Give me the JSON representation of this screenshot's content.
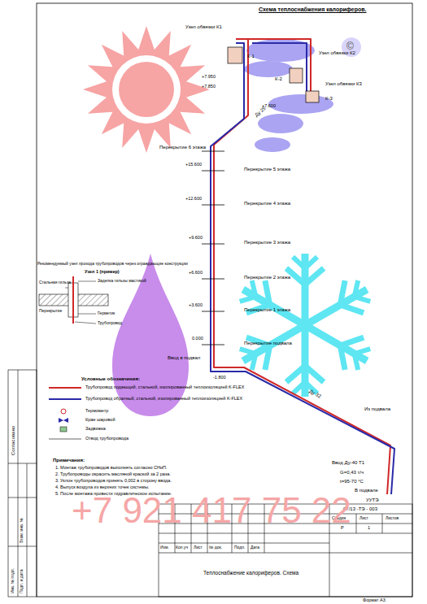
{
  "diagram": {
    "title": "Схема теплоснабжения калориферов.",
    "labels": [
      "Узел обвязки К1",
      "К-1",
      "Узел обвязки К2",
      "К-2",
      "Узел обвязки К3",
      "К-3",
      "+7.950",
      "+7.850",
      "+7.600",
      "Ду 25",
      "Перекрытие 6 этажа",
      "Перекрытие 5 этажа",
      "+15.600",
      "Перекрытие 4 этажа",
      "+12.600",
      "Перекрытие 3 этажа",
      "+9.600",
      "Перекрытие 2 этажа",
      "+6.600",
      "Перекрытие 1 этажа",
      "+3.600",
      "Перекрытие подвала",
      "0.000",
      "Ввод в подвал",
      "-1.800",
      "Ду 32",
      "Из подвала",
      "Ввод Ду-40 Т1",
      "G=0,43 т/ч",
      "t=95-70 °C",
      "В подвале",
      "УУТЭ",
      "Рекомендуемый узел прохода трубопроводов через ограждающие конструкции",
      "Узел 1 (пример)",
      "Заделка гильзы мастикой",
      "Стальная гильза",
      "Перекрытие",
      "Герметик",
      "Трубопровод",
      "Условные обозначения:",
      "Отвод трубопровода",
      "Примечания:",
      "1. Монтаж трубопроводов выполнять согласно СНиП.",
      "2. Трубопроводы окрасить масляной краской за 2 раза.",
      "3. Уклон трубопроводов принять 0,002 в сторону ввода.",
      "4. Выпуск воздуха из верхних точек системы.",
      "5. После монтажа провести гидравлическое испытание.",
      "07/13 -ТЭ - 003",
      "Стадия",
      "Лист",
      "Листов",
      "Р",
      "1",
      "Изм.",
      "Кол.уч",
      "Лист",
      "№ док.",
      "Подп.",
      "Дата",
      "Теплоснабжение калориферов. Схема",
      "Формат А3",
      "Согласовано",
      "Взам. инв. №",
      "Подп. и дата",
      "Инв. № подл.",
      "©",
      "+7 921 417 75 22"
    ],
    "legend": [
      {
        "text": "Трубопровод подающий, стальной, изолированный теплоизоляцией K-FLEX"
      },
      {
        "text": "Трубопровод обратный, стальной, изолированный теплоизоляцией K-FLEX"
      },
      {
        "text": "Термометр"
      },
      {
        "text": "Кран шаровой"
      },
      {
        "text": "Задвижка"
      }
    ]
  }
}
